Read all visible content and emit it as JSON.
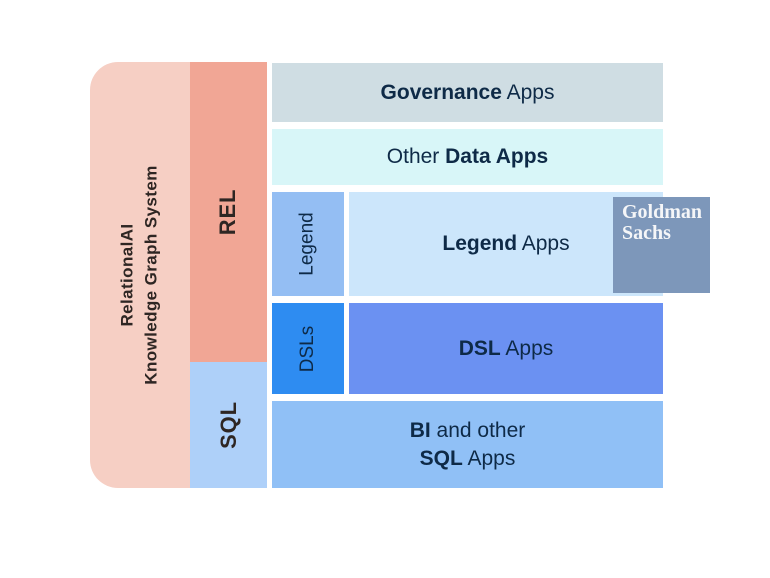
{
  "system_block": {
    "title_line1": "RelationalAI",
    "title_line2": "Knowledge Graph System",
    "rel_label": "REL",
    "sql_label": "SQL"
  },
  "rows": {
    "governance": {
      "bold": "Governance",
      "rest": " Apps"
    },
    "other_data": {
      "prefix": "Other ",
      "bold": "Data Apps"
    },
    "legend": {
      "side_label": "Legend",
      "bold": "Legend",
      "rest": " Apps"
    },
    "dsl": {
      "side_label": "DSLs",
      "bold": "DSL",
      "rest": " Apps"
    },
    "bi_sql": {
      "line1_bold": "BI",
      "line1_rest": " and other",
      "line2_bold": "SQL",
      "line2_rest": " Apps"
    }
  },
  "logo": {
    "line1": "Goldman",
    "line2": "Sachs"
  },
  "colors": {
    "pink_panel": "#f6cfc4",
    "rel_cell": "#f1a695",
    "sql_cell": "#aed0f9",
    "governance_row": "#cfdde3",
    "other_data_row": "#d8f6f8",
    "legend_side": "#94bef3",
    "legend_main": "#cce6fb",
    "dsl_side": "#2e8cf1",
    "dsl_main": "#6b91f2",
    "bi_row": "#90c0f6",
    "logo_bg": "#7d97ba",
    "row_text": "#0e2a47",
    "left_text": "#2e2623"
  }
}
